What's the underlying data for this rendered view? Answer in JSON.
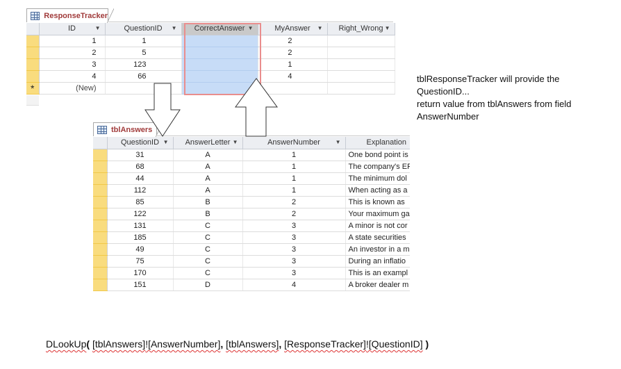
{
  "response_tracker": {
    "tab_label": "ResponseTracker",
    "columns": [
      "ID",
      "QuestionID",
      "CorrectAnswer",
      "MyAnswer",
      "Right_Wrong"
    ],
    "rows": [
      {
        "id": "1",
        "question_id": "1",
        "correct_answer": "",
        "my_answer": "2",
        "right_wrong": ""
      },
      {
        "id": "2",
        "question_id": "5",
        "correct_answer": "",
        "my_answer": "2",
        "right_wrong": ""
      },
      {
        "id": "3",
        "question_id": "123",
        "correct_answer": "",
        "my_answer": "1",
        "right_wrong": ""
      },
      {
        "id": "4",
        "question_id": "66",
        "correct_answer": "",
        "my_answer": "4",
        "right_wrong": ""
      }
    ],
    "new_row_marker": "*",
    "new_row_label": "(New)"
  },
  "tbl_answers": {
    "tab_label": "tblAnswers",
    "columns": [
      "QuestionID",
      "AnswerLetter",
      "AnswerNumber",
      "Explanation"
    ],
    "rows": [
      {
        "question_id": "31",
        "letter": "A",
        "number": "1",
        "explanation": "One bond point is"
      },
      {
        "question_id": "68",
        "letter": "A",
        "number": "1",
        "explanation": "The company's EF"
      },
      {
        "question_id": "44",
        "letter": "A",
        "number": "1",
        "explanation": "The minimum dol"
      },
      {
        "question_id": "112",
        "letter": "A",
        "number": "1",
        "explanation": "When acting as a"
      },
      {
        "question_id": "85",
        "letter": "B",
        "number": "2",
        "explanation": "This is known as"
      },
      {
        "question_id": "122",
        "letter": "B",
        "number": "2",
        "explanation": "Your maximum ga"
      },
      {
        "question_id": "131",
        "letter": "C",
        "number": "3",
        "explanation": "A minor is not cor"
      },
      {
        "question_id": "185",
        "letter": "C",
        "number": "3",
        "explanation": "A state securities"
      },
      {
        "question_id": "49",
        "letter": "C",
        "number": "3",
        "explanation": "An investor in a m"
      },
      {
        "question_id": "75",
        "letter": "C",
        "number": "3",
        "explanation": "During an inflatio"
      },
      {
        "question_id": "170",
        "letter": "C",
        "number": "3",
        "explanation": "This is an exampl"
      },
      {
        "question_id": "151",
        "letter": "D",
        "number": "4",
        "explanation": "A broker dealer m"
      }
    ]
  },
  "note": {
    "line1": "tblResponseTracker will provide the",
    "line2": "QuestionID...",
    "line3": "return value from tblAnswers from field",
    "line4": "AnswerNumber"
  },
  "formula": {
    "func": "DLookUp",
    "open": "( ",
    "arg1a": "[tblAnswers]",
    "arg1b": "![AnswerNumber]",
    "sep1": ", ",
    "arg2": "[tblAnswers]",
    "sep2": ", ",
    "arg3a": "[ResponseTracker]",
    "arg3b": "![QuestionID]",
    "close": "  )"
  },
  "colors": {
    "selector": "#f9dc7e",
    "highlight_column": "#c7dcf7",
    "highlight_border": "#e98d8d",
    "tab_text": "#a03a3a"
  }
}
